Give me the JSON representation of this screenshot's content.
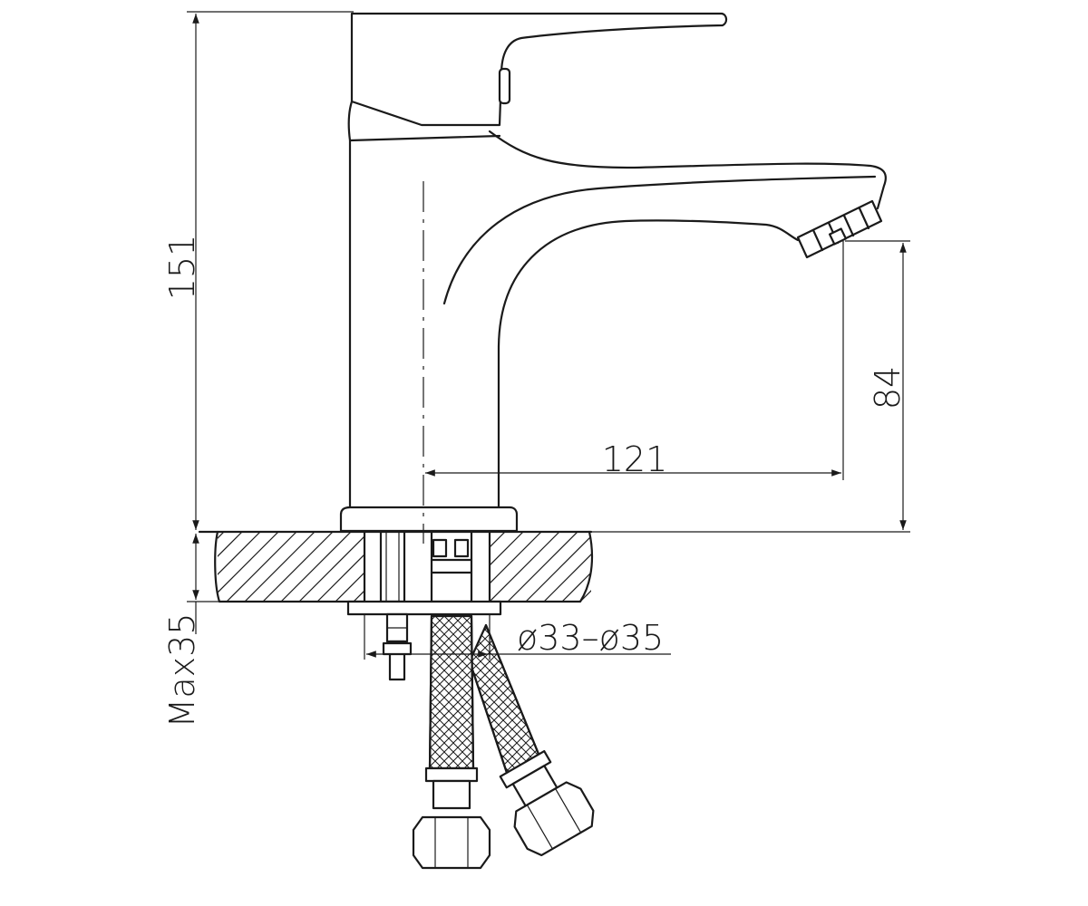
{
  "dimensions": {
    "total_height": "151",
    "spout_height": "84",
    "spout_reach": "121",
    "max_countertop": "Max35",
    "hole_diameter": "ø33–ø35"
  },
  "colors": {
    "line": "#1a1a1a",
    "background": "#ffffff"
  }
}
